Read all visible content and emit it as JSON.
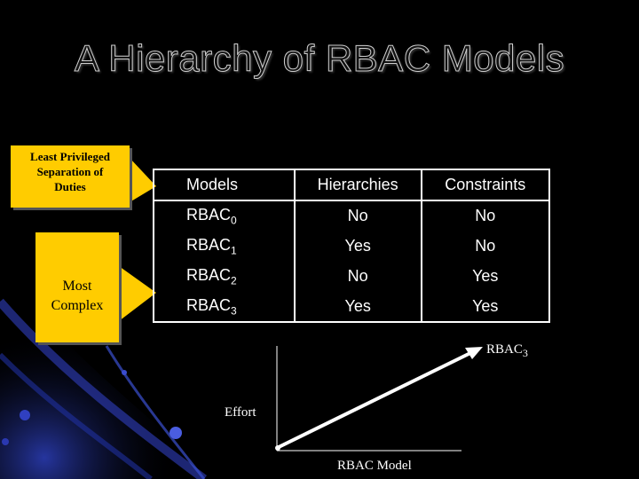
{
  "slide": {
    "title": "A Hierarchy of RBAC Models"
  },
  "callouts": {
    "top": [
      "Least Privileged",
      "Separation of",
      "Duties"
    ],
    "bottom": [
      "Most",
      "Complex"
    ]
  },
  "table": {
    "headers": [
      "Models",
      "Hierarchies",
      "Constraints"
    ],
    "rows": [
      {
        "base": "RBAC",
        "sub": "0",
        "hierarchies": "No",
        "constraints": "No"
      },
      {
        "base": "RBAC",
        "sub": "1",
        "hierarchies": "Yes",
        "constraints": "No"
      },
      {
        "base": "RBAC",
        "sub": "2",
        "hierarchies": "No",
        "constraints": "Yes"
      },
      {
        "base": "RBAC",
        "sub": "3",
        "hierarchies": "Yes",
        "constraints": "Yes"
      }
    ]
  },
  "graph": {
    "end_label_base": "RBAC",
    "end_label_sub": "3",
    "y_label": "Effort",
    "x_label": "RBAC Model"
  },
  "colors": {
    "callout": "#ffcc00",
    "background": "#000000",
    "accent_blue": "#1a2a8a"
  }
}
